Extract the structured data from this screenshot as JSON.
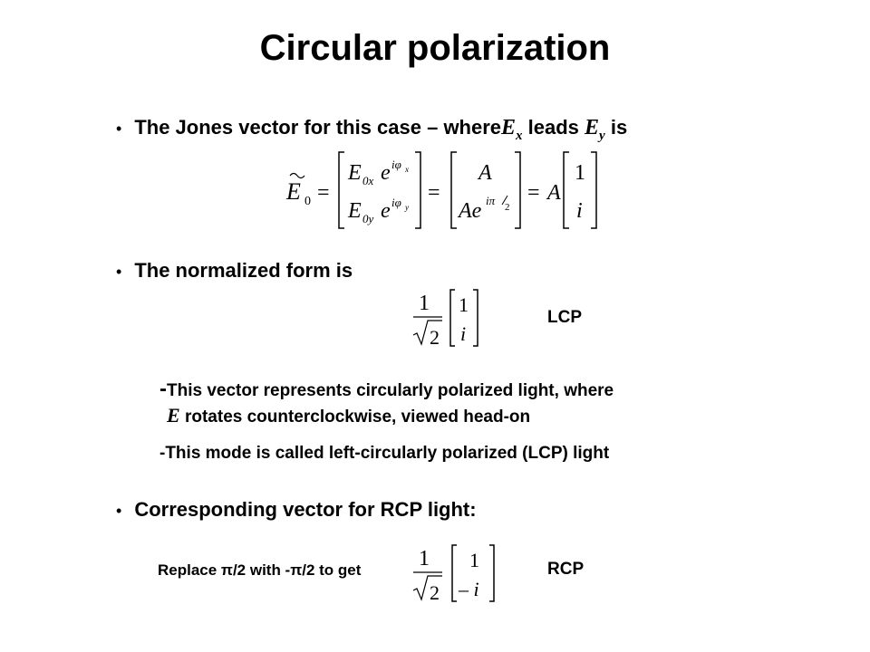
{
  "slide": {
    "title": "Circular polarization",
    "bullet1": {
      "prefix": "The Jones vector for this case – where ",
      "ex": "E",
      "ex_sub": "x",
      "middle": " leads ",
      "ey": "E",
      "ey_sub": "y",
      "suffix": " is"
    },
    "bullet2": "The normalized form is",
    "lcp_label": "LCP",
    "note1_dash": "-",
    "note1_line1": "This vector represents circularly polarized light, where",
    "note1_E": "E",
    "note1_line2": " rotates counterclockwise, viewed head-on",
    "note2": "-This mode is called left-circularly polarized (LCP) light",
    "bullet3": "Corresponding vector for RCP light:",
    "replace_text": "Replace π/2 with -π/2 to get",
    "rcp_label": "RCP"
  },
  "equations": {
    "jones": {
      "lhs": "E",
      "lhs_sub": "0",
      "eq": "=",
      "m1_top_E": "E",
      "m1_top_sub": "0x",
      "m1_top_e": "e",
      "m1_top_exp": "iφ",
      "m1_top_exp_sub": "x",
      "m1_bot_E": "E",
      "m1_bot_sub": "0y",
      "m1_bot_e": "e",
      "m1_bot_exp": "iφ",
      "m1_bot_exp_sub": "y",
      "m2_top": "A",
      "m2_bot_A": "Ae",
      "m2_bot_exp": "iπ",
      "m2_bot_exp_den": "2",
      "rhs_A": "A",
      "m3_top": "1",
      "m3_bot": "i"
    },
    "normalized_lcp": {
      "num": "1",
      "den": "2",
      "top": "1",
      "bot": "i"
    },
    "normalized_rcp": {
      "num": "1",
      "den": "2",
      "top": "1",
      "bot": "– i"
    }
  }
}
